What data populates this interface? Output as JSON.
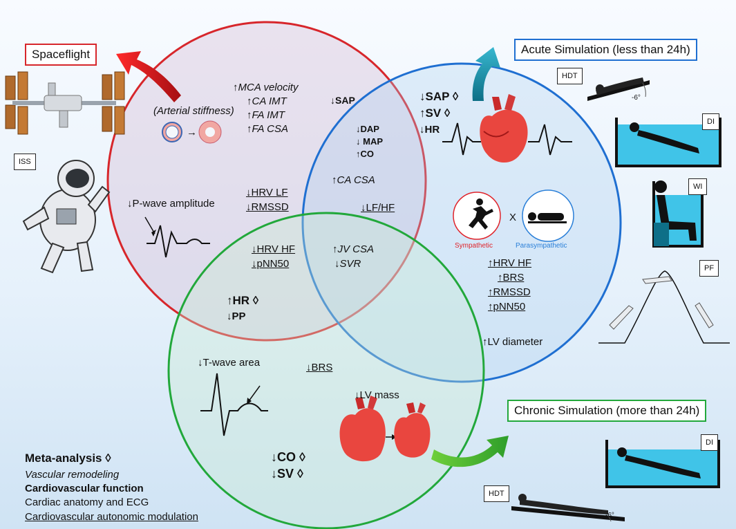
{
  "titles": {
    "spaceflight": "Spaceflight",
    "acute": "Acute Simulation (less than 24h)",
    "chronic": "Chronic Simulation (more than 24h)"
  },
  "tags": {
    "iss": "ISS",
    "hdt_top": "HDT",
    "di_top": "DI",
    "wi": "WI",
    "pf": "PF",
    "di_bottom": "DI",
    "hdt_bottom": "HDT",
    "angle": "-6°"
  },
  "red_only": {
    "arterial": "(Arterial stiffness)",
    "arrow": "→",
    "mca": "↑MCA velocity",
    "ca_imt": "↑CA IMT",
    "fa_imt": "↑FA IMT",
    "fa_csa": "↑FA CSA",
    "p_wave": "↓P-wave amplitude",
    "hrv_lf": "↓HRV LF",
    "rmssd": "↓RMSSD"
  },
  "red_blue": {
    "sap": "↓SAP",
    "dap": "↓DAP",
    "map": "↓ MAP",
    "co": "↑CO",
    "ca_csa": "↑CA CSA",
    "lf_hf": "↓LF/HF"
  },
  "blue_only": {
    "sap": "↓SAP ◊",
    "sv": "↑SV ◊",
    "hr": "↓HR",
    "cross": "X",
    "sympathetic": "Sympathetic",
    "parasympathetic": "Parasympathetic",
    "hrv_hf": "↑HRV HF",
    "brs": "↑BRS",
    "rmssd": "↑RMSSD",
    "pnn50": "↑pNN50",
    "lv_diam": "↑LV diameter"
  },
  "red_green": {
    "hrv_hf": "↓HRV HF",
    "pnn50": "↓pNN50",
    "hr": "↑HR ◊",
    "pp": "↓PP"
  },
  "all_three": {
    "jv_csa": "↑JV CSA",
    "svr": "↓SVR"
  },
  "green_only": {
    "t_wave": "↓T-wave area",
    "brs": "↓BRS",
    "lv_mass": "↓LV mass",
    "co": "↓CO ◊",
    "sv": "↓SV ◊"
  },
  "legend": {
    "title": "Meta-analysis ◊",
    "vascular": "Vascular remodeling",
    "cardio": "Cardiovascular function",
    "anatomy": "Cardiac anatomy and ECG",
    "autonomic": "Cardiovascular autonomic modulation"
  },
  "colors": {
    "red": "#d7262b",
    "blue": "#1f6fd1",
    "green": "#22a83b",
    "symp": "#e0232a",
    "parasymp": "#2a7fd8"
  }
}
